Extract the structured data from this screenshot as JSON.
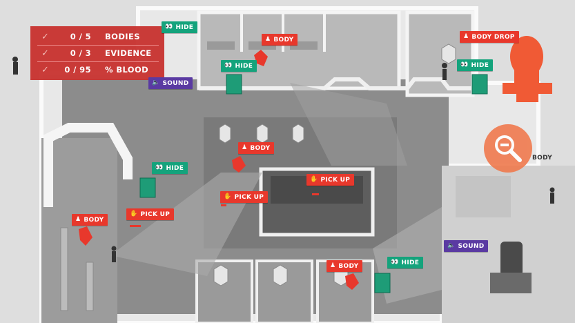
{
  "hud": {
    "rows": [
      {
        "count": "0 / 5",
        "label": "BODIES"
      },
      {
        "count": "0 / 3",
        "label": "EVIDENCE"
      },
      {
        "count": "0 / 95",
        "label": "% BLOOD"
      }
    ]
  },
  "markers": {
    "hide": "HIDE",
    "body": "BODY",
    "pick_up": "PICK UP",
    "sound": "SOUND",
    "body_drop": "BODY DROP"
  },
  "colors": {
    "accent_red": "#e8382c",
    "hide_green": "#14a37c",
    "sound_purple": "#5a3aa2",
    "object_orange": "#f07a4e"
  },
  "icons": {
    "hide": "eyes-icon",
    "body": "person-icon",
    "pick_up": "hand-icon",
    "sound": "speaker-icon",
    "objective": "magnifier-icon",
    "checklist": "check-icon"
  }
}
